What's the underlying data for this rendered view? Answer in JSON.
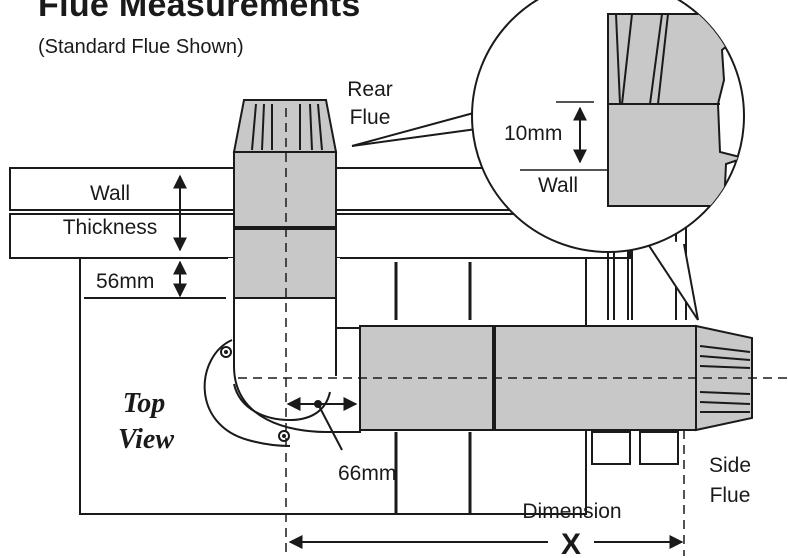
{
  "title": "Flue Measurements",
  "subtitle": "(Standard Flue Shown)",
  "labels": {
    "rear_flue_line1": "Rear",
    "rear_flue_line2": "Flue",
    "wall_thickness_line1": "Wall",
    "wall_thickness_line2": "Thickness",
    "dim_56": "56mm",
    "dim_10": "10mm",
    "wall_detail": "Wall",
    "top_view_line1": "Top",
    "top_view_line2": "View",
    "dim_66": "66mm",
    "side_flue_line1": "Side",
    "side_flue_line2": "Flue",
    "dimension_word": "Dimension",
    "dimension_letter": "X"
  },
  "colors": {
    "line": "#1a1a1a",
    "duct_fill": "#c8c8c8",
    "background": "#ffffff"
  }
}
